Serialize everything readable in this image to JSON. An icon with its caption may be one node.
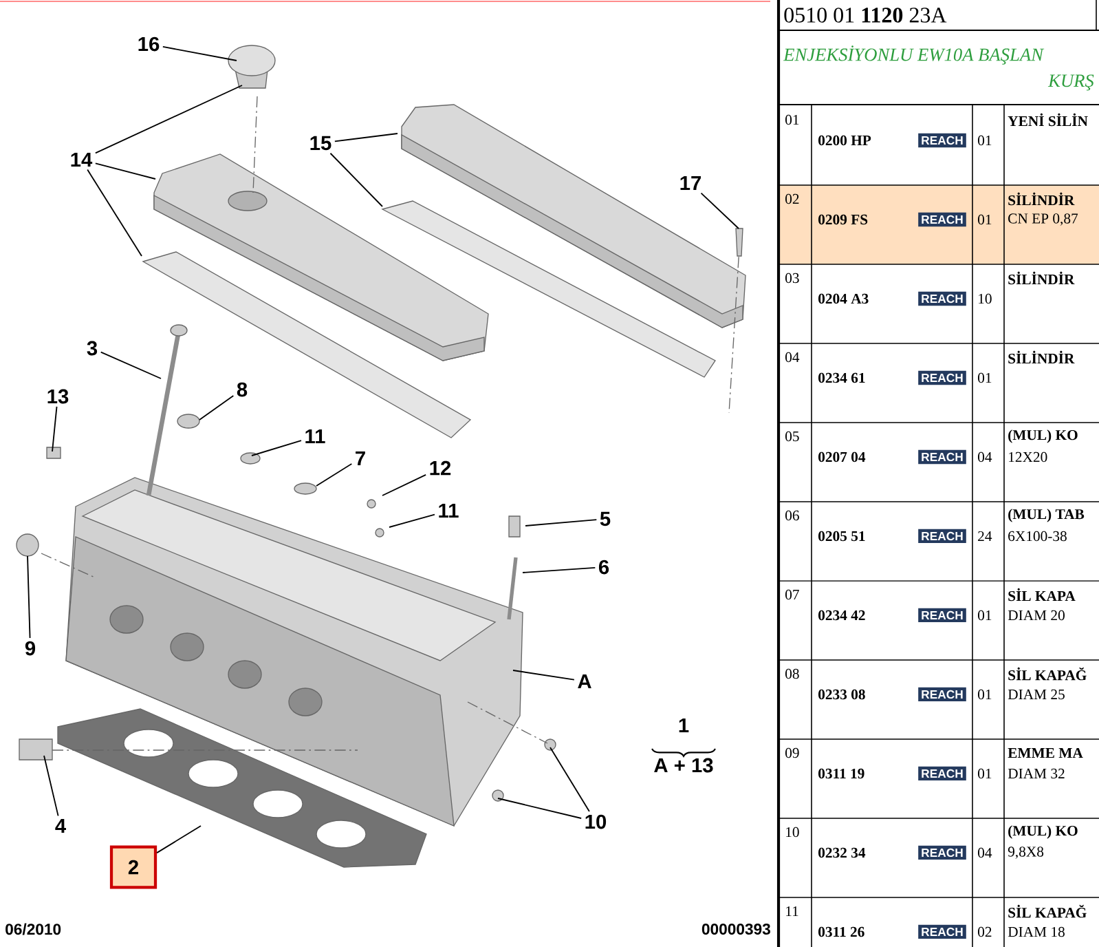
{
  "diagram": {
    "nodes": [
      {
        "text": [
          "16"
        ]
      },
      {
        "text": [
          "14"
        ]
      },
      {
        "text": [
          "15"
        ]
      },
      {
        "text": [
          "17"
        ]
      },
      {
        "text": [
          "3"
        ]
      },
      {
        "text": [
          "13"
        ]
      },
      {
        "text": [
          "8"
        ]
      },
      {
        "text": [
          "11"
        ]
      },
      {
        "text": [
          "7"
        ]
      },
      {
        "text": [
          "12"
        ]
      },
      {
        "text": [
          "11"
        ]
      },
      {
        "text": [
          "5"
        ]
      },
      {
        "text": [
          "6"
        ]
      },
      {
        "text": [
          "9"
        ]
      },
      {
        "text": [
          "A"
        ]
      },
      {
        "text": [
          "10"
        ]
      },
      {
        "text": [
          "4"
        ]
      },
      {
        "text": [
          "2"
        ]
      }
    ],
    "edges": [
      {
        "from": 0,
        "to": null,
        "arrow": "none"
      },
      {
        "from": 1,
        "to": null,
        "arrow": "none"
      },
      {
        "from": 1,
        "to": null,
        "arrow": "none"
      },
      {
        "from": 1,
        "to": null,
        "arrow": "none"
      },
      {
        "from": 2,
        "to": null,
        "arrow": "none"
      },
      {
        "from": 2,
        "to": null,
        "arrow": "none"
      },
      {
        "from": 3,
        "to": null,
        "arrow": "none"
      },
      {
        "from": 4,
        "to": null,
        "arrow": "none"
      },
      {
        "from": 5,
        "to": null,
        "arrow": "none"
      },
      {
        "from": 6,
        "to": null,
        "arrow": "none"
      },
      {
        "from": 7,
        "to": null,
        "arrow": "none"
      },
      {
        "from": 8,
        "to": null,
        "arrow": "none"
      },
      {
        "from": 9,
        "to": null,
        "arrow": "none"
      },
      {
        "from": 10,
        "to": null,
        "arrow": "none"
      },
      {
        "from": 11,
        "to": null,
        "arrow": "none"
      },
      {
        "from": 12,
        "to": null,
        "arrow": "none"
      },
      {
        "from": 13,
        "to": null,
        "arrow": "none"
      },
      {
        "from": 14,
        "to": null,
        "arrow": "none"
      },
      {
        "from": 15,
        "to": null,
        "arrow": "none"
      },
      {
        "from": 15,
        "to": null,
        "arrow": "none"
      },
      {
        "from": 16,
        "to": null,
        "arrow": "none"
      },
      {
        "from": 17,
        "to": null,
        "arrow": "none"
      }
    ],
    "labels": [
      "1",
      "A + 13",
      "06/2010",
      "00000393",
      "0510 01 **1120** 23A",
      "ENJEKSİYONLU EW10A BAŞLAN",
      "KURŞ",
      "01",
      "0200 HP",
      "REACH",
      "01",
      "YENİ SİLİN",
      "02",
      "0209 FS",
      "REACH",
      "01",
      "SİLİNDİR",
      "CN EP 0,87",
      "03",
      "0204 A3",
      "REACH",
      "10",
      "SİLİNDİR",
      "04",
      "0234 61",
      "REACH",
      "01",
      "SİLİNDİR",
      "05",
      "0207 04",
      "REACH",
      "04",
      "(MUL) KO",
      "12X20",
      "06",
      "0205 51",
      "REACH",
      "24",
      "(MUL) TAB",
      "6X100-38",
      "07",
      "0234 42",
      "REACH",
      "01",
      "SİL KAPA",
      "DIAM 20",
      "08",
      "0233 08",
      "REACH",
      "01",
      "SİL KAPAĞ",
      "DIAM 25",
      "09",
      "0311 19",
      "REACH",
      "01",
      "EMME MA",
      "DIAM 32",
      "10",
      "0232 34",
      "REACH",
      "04",
      "(MUL) KO",
      "9,8X8",
      "11",
      "0311 26",
      "REACH",
      "02",
      "SİL KAPAĞ",
      "DIAM 18"
    ]
  }
}
